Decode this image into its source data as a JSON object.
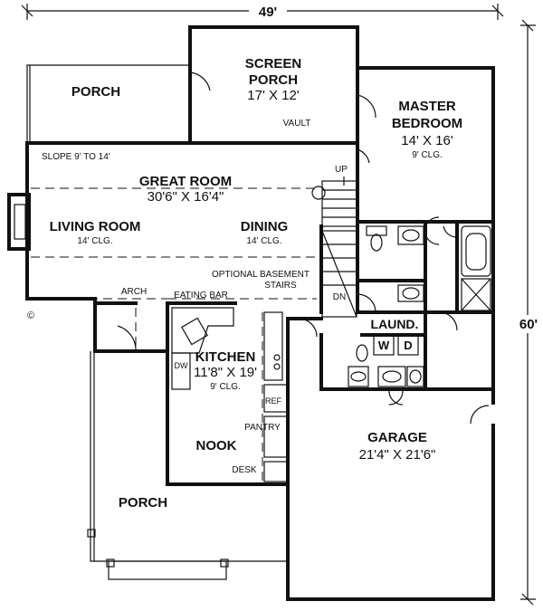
{
  "dimensions": {
    "width": "49'",
    "depth": "60'"
  },
  "copyright": "©",
  "rooms": {
    "porch_top": {
      "name": "PORCH"
    },
    "screen_porch": {
      "name1": "SCREEN",
      "name2": "PORCH",
      "size": "17' X 12'",
      "note": "VAULT"
    },
    "master": {
      "name1": "MASTER",
      "name2": "BEDROOM",
      "size": "14' X 16'",
      "clg": "9' CLG."
    },
    "great_room": {
      "name": "GREAT ROOM",
      "size": "30'6\" X 16'4\"",
      "slope": "SLOPE 9' TO 14'"
    },
    "living_room": {
      "name": "LIVING ROOM",
      "clg": "14' CLG."
    },
    "dining": {
      "name": "DINING",
      "clg": "14' CLG."
    },
    "kitchen": {
      "name": "KITCHEN",
      "size": "11'8\" X 19'",
      "clg": "9' CLG."
    },
    "nook": {
      "name": "NOOK"
    },
    "porch_front": {
      "name": "PORCH"
    },
    "garage": {
      "name": "GARAGE",
      "size": "21'4\" X 21'6\""
    },
    "laundry": {
      "name": "LAUND.",
      "washer": "W",
      "dryer": "D"
    }
  },
  "notes": {
    "up": "UP",
    "dn": "DN",
    "optional_basement_1": "OPTIONAL BASEMENT",
    "optional_basement_2": "STAIRS",
    "arch": "ARCH",
    "eating_bar": "EATING BAR",
    "dw": "DW",
    "ref": "REF",
    "pantry": "PANTRY",
    "desk": "DESK"
  }
}
